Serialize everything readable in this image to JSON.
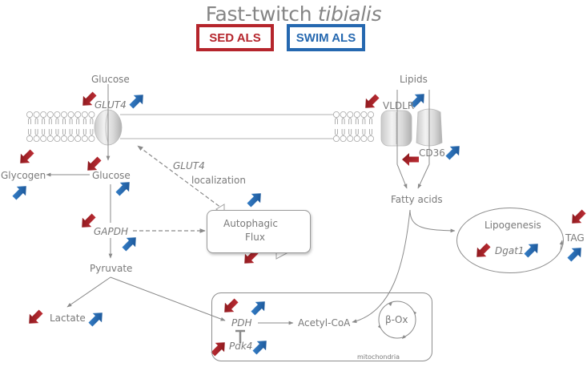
{
  "title": {
    "prefix": "Fast-twitch ",
    "italic": "tibialis"
  },
  "legend": [
    {
      "label": "SED ALS",
      "color": "#b5252c"
    },
    {
      "label": "SWIM ALS",
      "color": "#2568b0"
    }
  ],
  "colors": {
    "down_arrow": "#a01c22",
    "up_arrow": "#1d5fa8",
    "line": "#8a8a8a",
    "text": "#7a7a7a"
  },
  "nodes": {
    "glucose_ext": "Glucose",
    "glut4": "GLUT4",
    "glucose_int": "Glucose",
    "glycogen": "Glycogen",
    "gapdh": "GAPDH",
    "pyruvate": "Pyruvate",
    "lactate": "Lactate",
    "glut4_localization_gene": "GLUT4",
    "glut4_localization_text": "localization",
    "autophagic_flux_line1": "Autophagic",
    "autophagic_flux_line2": "Flux",
    "lipids": "Lipids",
    "vldlr": "VLDLR",
    "cd36": "CD36",
    "fatty_acids": "Fatty acids",
    "lipogenesis": "Lipogenesis",
    "dgat1": "Dgat1",
    "tag": "TAG",
    "pdh": "PDH",
    "pdk4": "Pdk4",
    "acetyl_coa": "Acetyl-CoA",
    "beta_ox": "β-Ox",
    "mitochondria": "mitochondria"
  },
  "regulation": [
    {
      "target": "GLUT4",
      "sed": "down",
      "swim": "up"
    },
    {
      "target": "Glycogen",
      "sed": "down",
      "swim": "up"
    },
    {
      "target": "Glucose",
      "sed": "down",
      "swim": "up"
    },
    {
      "target": "GAPDH",
      "sed": "down",
      "swim": "up"
    },
    {
      "target": "Autophagic Flux",
      "sed": "down",
      "swim": "up"
    },
    {
      "target": "Lactate",
      "sed": "down",
      "swim": "up"
    },
    {
      "target": "PDH",
      "sed": "down",
      "swim": "up"
    },
    {
      "target": "Pdk4",
      "sed": "up",
      "swim": "up"
    },
    {
      "target": "VLDLR",
      "sed": "down",
      "swim": "up"
    },
    {
      "target": "CD36",
      "sed": "left",
      "swim": "up"
    },
    {
      "target": "Dgat1",
      "sed": "down",
      "swim": "up"
    },
    {
      "target": "TAG",
      "sed": "down",
      "swim": "up"
    }
  ]
}
